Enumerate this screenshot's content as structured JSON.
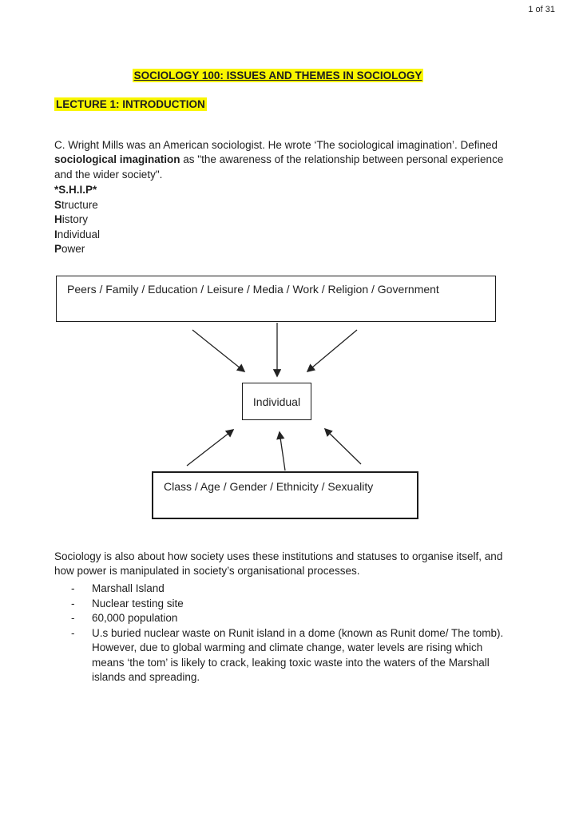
{
  "page": {
    "indicator": "1 of 31",
    "highlight_color": "#f9f600"
  },
  "header": {
    "title": "SOCIOLOGY 100: ISSUES AND THEMES IN SOCIOLOGY",
    "lecture_heading": "LECTURE 1: INTRODUCTION"
  },
  "intro_paragraph": {
    "part1": "C. Wright Mills was an American sociologist. He wrote ‘The sociological imagination’. Defined ",
    "bold": "sociological imagination",
    "part2": " as \"the awareness of the relationship between personal experience and the wider society\"."
  },
  "ship": {
    "heading": "*S.H.I.P*",
    "items": [
      {
        "lead": "S",
        "rest": "tructure"
      },
      {
        "lead": "H",
        "rest": "istory"
      },
      {
        "lead": "I",
        "rest": "ndividual"
      },
      {
        "lead": "P",
        "rest": "ower"
      }
    ]
  },
  "diagram": {
    "top_box": "Peers / Family / Education / Leisure / Media / Work / Religion / Government",
    "middle_box": "Individual",
    "bottom_box": "Class / Age / Gender / Ethnicity / Sexuality"
  },
  "body_paragraph": "Sociology is also about how society uses these institutions and statuses to organise itself, and how power is manipulated in society’s organisational processes.",
  "bullet_list": {
    "marker": "-",
    "items": [
      "Marshall Island",
      "Nuclear testing site",
      "60,000 population",
      "U.s buried nuclear waste on Runit island in a dome (known as Runit dome/ The tomb). However, due to global warming and climate change, water levels are rising which means ‘the tom’ is likely to crack, leaking toxic waste into the waters of the Marshall islands and spreading."
    ]
  }
}
